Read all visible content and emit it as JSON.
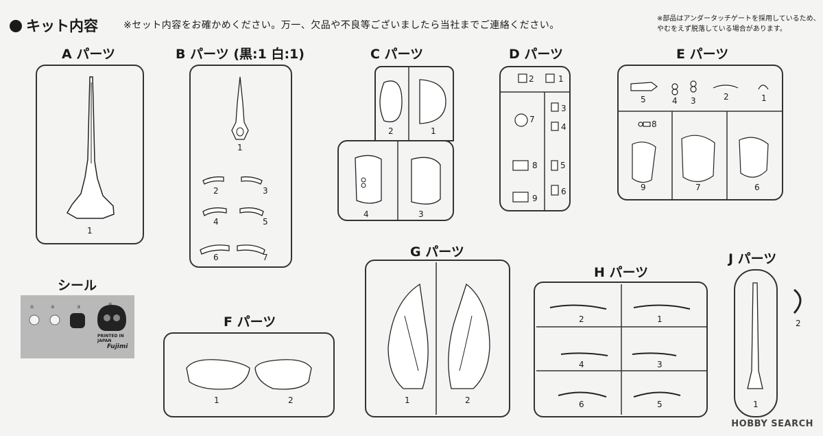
{
  "header": {
    "title": "キット内容",
    "note": "※セット内容をお確かめください。万一、欠品や不良等ございましたら当社までご連絡ください。",
    "side_note_line1": "※部品はアンダータッチゲートを採用しているため、",
    "side_note_line2": "やむをえず脱落している場合があります。"
  },
  "parts": {
    "a": {
      "title": "A パーツ",
      "labels": [
        "1"
      ]
    },
    "b": {
      "title": "B パーツ (黒:1 白:1)",
      "labels": [
        "1",
        "2",
        "3",
        "4",
        "5",
        "6",
        "7"
      ]
    },
    "c": {
      "title": "C パーツ",
      "labels": [
        "2",
        "1",
        "4",
        "3"
      ]
    },
    "d": {
      "title": "D パーツ",
      "labels": [
        "2",
        "1",
        "7",
        "3",
        "4",
        "8",
        "5",
        "9",
        "6"
      ]
    },
    "e": {
      "title": "E パーツ",
      "labels": [
        "5",
        "4",
        "3",
        "2",
        "1",
        "8",
        "9",
        "7",
        "6"
      ]
    },
    "f": {
      "title": "F パーツ",
      "labels": [
        "1",
        "2"
      ]
    },
    "g": {
      "title": "G パーツ",
      "labels": [
        "1",
        "2"
      ]
    },
    "h": {
      "title": "H パーツ",
      "labels": [
        "2",
        "1",
        "4",
        "3",
        "6",
        "5"
      ]
    },
    "j": {
      "title": "J パーツ",
      "labels": [
        "1",
        "2"
      ]
    }
  },
  "sticker": {
    "title": "シール",
    "numbers": [
      "①",
      "②",
      "③",
      "④"
    ],
    "printed": "PRINTED IN JAPAN",
    "brand": "Fujimi"
  },
  "watermark": "HOBBY SEARCH"
}
